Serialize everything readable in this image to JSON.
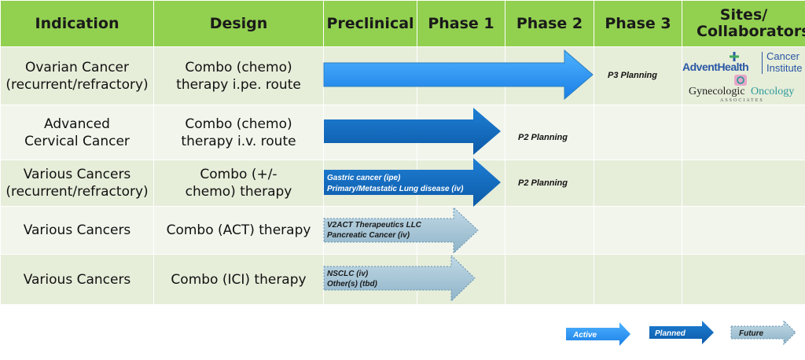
{
  "headers": [
    "Indication",
    "Design",
    "Preclinical",
    "Phase 1",
    "Phase 2",
    "Phase 3",
    "Sites/ Collaborators"
  ],
  "rows": [
    {
      "indication": "Ovarian Cancer (recurrent/refractory)",
      "design": "Combo (chemo) therapy i.pe. route",
      "status": "active",
      "extends_to": "Phase 3",
      "arrow_text": [],
      "planning": "P3 Planning"
    },
    {
      "indication": "Advanced Cervical Cancer",
      "design": "Combo (chemo) therapy i.v. route",
      "status": "planned",
      "extends_to": "Phase 2",
      "arrow_text": [],
      "planning": "P2 Planning"
    },
    {
      "indication": "Various Cancers (recurrent/refractory)",
      "design": "Combo (+/- chemo) therapy",
      "status": "planned",
      "extends_to": "Phase 2",
      "arrow_text": [
        "Gastric cancer (ipe)",
        "Primary/Metastatic Lung disease (iv)"
      ],
      "planning": "P2 Planning"
    },
    {
      "indication": "Various Cancers",
      "design": "Combo (ACT) therapy",
      "status": "future",
      "extends_to": "Phase 1",
      "arrow_text": [
        "V2ACT Therapeutics LLC",
        "Pancreatic Cancer (iv)"
      ],
      "planning": ""
    },
    {
      "indication": "Various Cancers",
      "design": "Combo (ICI) therapy",
      "status": "future",
      "extends_to": "Phase 1",
      "arrow_text": [
        "NSCLC (iv)",
        "Other(s) (tbd)"
      ],
      "planning": ""
    }
  ],
  "collaborators": {
    "advent": {
      "name": "AdventHealth",
      "unit_line1": "Cancer",
      "unit_line2": "Institute"
    },
    "gyn": {
      "name_part1": "Gynecologic",
      "name_part2": "Oncology",
      "subtitle": "ASSOCIATES"
    }
  },
  "legend": {
    "active": "Active",
    "planned": "Planned",
    "future": "Future"
  },
  "colors": {
    "header": "#92d050",
    "active": "#1e90ff",
    "planned": "#0f6fc6",
    "future": "#a7c6d9",
    "advent_blue": "#2a57a5",
    "advent_green": "#3fa95a",
    "gyn_teal": "#2a9a99"
  }
}
